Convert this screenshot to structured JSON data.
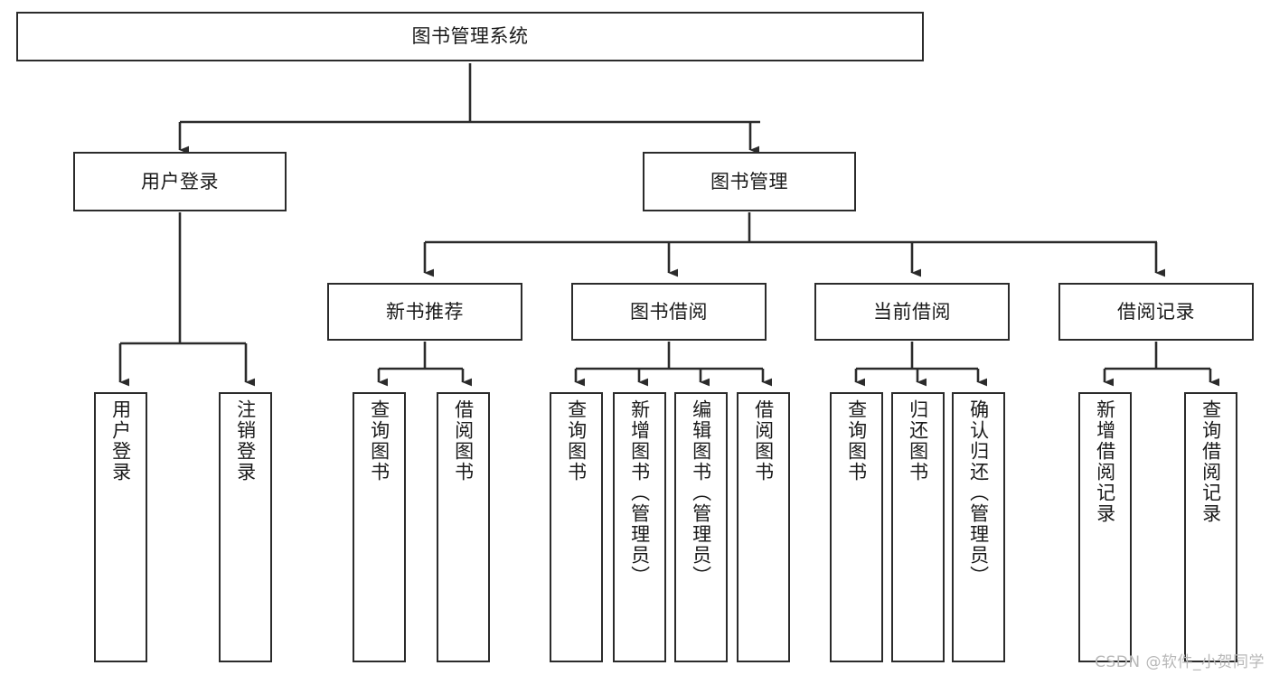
{
  "diagram": {
    "type": "tree-hierarchy",
    "title": "图书管理系统",
    "watermark": "CSDN @软件_小贺同学",
    "colors": {
      "box_border": "#2b2b2b",
      "box_fill": "#ffffff",
      "edge": "#2b2b2b",
      "text": "#1a1a1a",
      "watermark": "#b8b8b8",
      "background": "#ffffff"
    },
    "levels": {
      "root": {
        "label": "图书管理系统"
      },
      "level2": [
        {
          "id": "user-login",
          "label": "用户登录"
        },
        {
          "id": "book-management",
          "label": "图书管理"
        }
      ],
      "level3": [
        {
          "id": "new-book-recommend",
          "label": "新书推荐",
          "parent": "book-management"
        },
        {
          "id": "book-borrow",
          "label": "图书借阅",
          "parent": "book-management"
        },
        {
          "id": "current-borrow",
          "label": "当前借阅",
          "parent": "book-management"
        },
        {
          "id": "borrow-record",
          "label": "借阅记录",
          "parent": "book-management"
        }
      ],
      "leaves": [
        {
          "id": "leaf-user-login",
          "label": "用户登录",
          "parent": "user-login"
        },
        {
          "id": "leaf-logout-login",
          "label": "注销登录",
          "parent": "user-login"
        },
        {
          "id": "leaf-query-book-1",
          "label": "查询图书",
          "parent": "new-book-recommend"
        },
        {
          "id": "leaf-borrow-book-1",
          "label": "借阅图书",
          "parent": "new-book-recommend"
        },
        {
          "id": "leaf-query-book-2",
          "label": "查询图书",
          "parent": "book-borrow"
        },
        {
          "id": "leaf-add-book",
          "label": "新增图书（管理员）",
          "parent": "book-borrow"
        },
        {
          "id": "leaf-edit-book",
          "label": "编辑图书（管理员）",
          "parent": "book-borrow"
        },
        {
          "id": "leaf-borrow-book-2",
          "label": "借阅图书",
          "parent": "book-borrow"
        },
        {
          "id": "leaf-query-book-3",
          "label": "查询图书",
          "parent": "current-borrow"
        },
        {
          "id": "leaf-return-book",
          "label": "归还图书",
          "parent": "current-borrow"
        },
        {
          "id": "leaf-confirm-return",
          "label": "确认归还（管理员）",
          "parent": "current-borrow"
        },
        {
          "id": "leaf-add-record",
          "label": "新增借阅记录",
          "parent": "borrow-record"
        },
        {
          "id": "leaf-query-record",
          "label": "查询借阅记录",
          "parent": "borrow-record"
        }
      ]
    }
  }
}
